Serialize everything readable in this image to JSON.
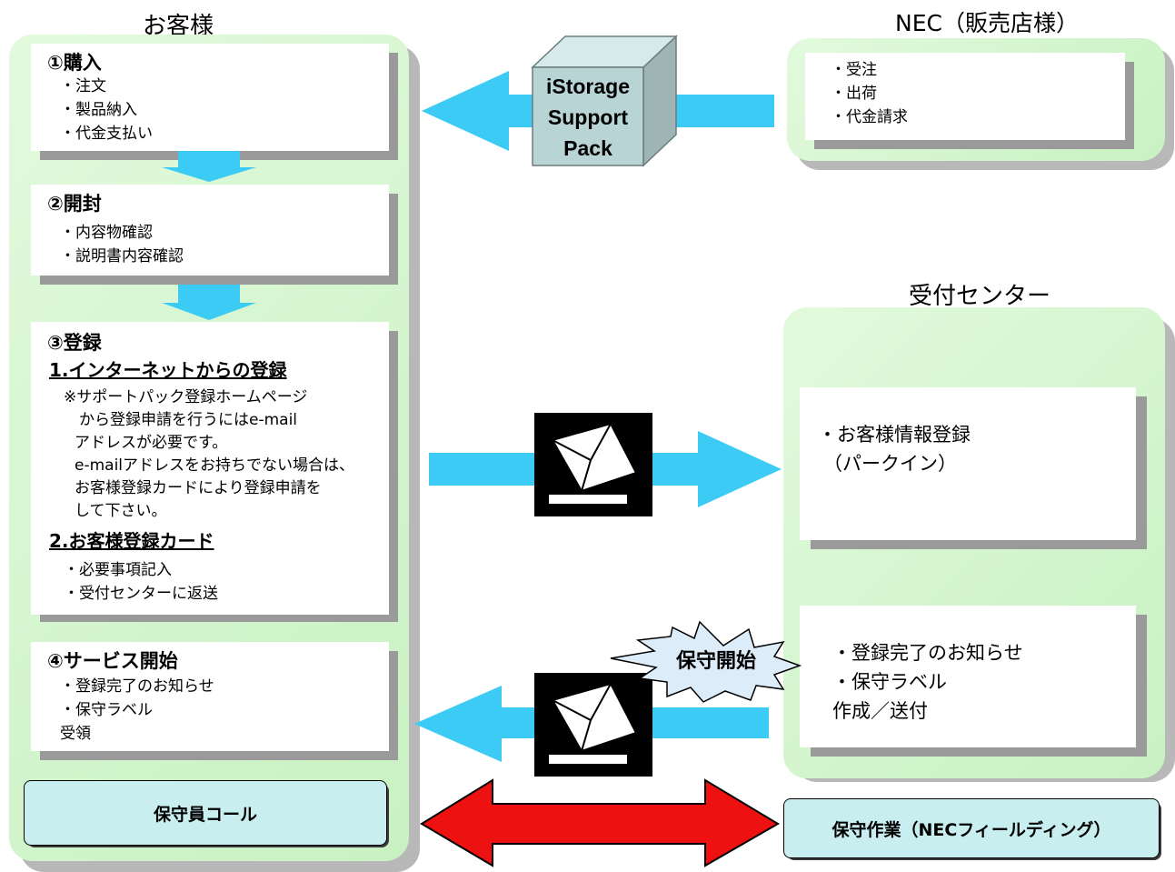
{
  "headings": {
    "customer": "お客様",
    "nec": "NEC（販売店様）",
    "center": "受付センター"
  },
  "step1": {
    "title": "①購入",
    "items": [
      "・注文",
      "・製品納入",
      "・代金支払い"
    ]
  },
  "step2": {
    "title": "②開封",
    "items": [
      "・内容物確認",
      "・説明書内容確認"
    ]
  },
  "step3": {
    "title": "③登録",
    "sub1": "1.インターネットからの登録",
    "note": [
      "※サポートパック登録ホームページ",
      "　から登録申請を行うにはe-mail",
      "アドレスが必要です。",
      "e-mailアドレスをお持ちでない場合は、",
      "お客様登録カードにより登録申請を",
      "して下さい。"
    ],
    "sub2": "2.お客様登録カード",
    "items": [
      "・必要事項記入",
      "・受付センターに返送"
    ]
  },
  "step4": {
    "title": "④サービス開始",
    "items": [
      "・登録完了のお知らせ",
      "・保守ラベル",
      "受領"
    ]
  },
  "nec_items": [
    "・受注",
    "・出荷",
    "・代金請求"
  ],
  "center_top": [
    "・お客様情報登録",
    "（パークイン）"
  ],
  "center_bottom": [
    "・登録完了のお知らせ",
    "・保守ラベル",
    "作成／送付"
  ],
  "product_box": [
    "iStorage",
    "Support",
    "Pack"
  ],
  "starburst": "保守開始",
  "btn_call": "保守員コール",
  "btn_work": "保守作業（NECフィールディング）",
  "colors": {
    "arrow": "#3ccbf4",
    "panel": "#ccf5c8",
    "red_arrow": "#ee1111",
    "button": "#c8eef0"
  }
}
